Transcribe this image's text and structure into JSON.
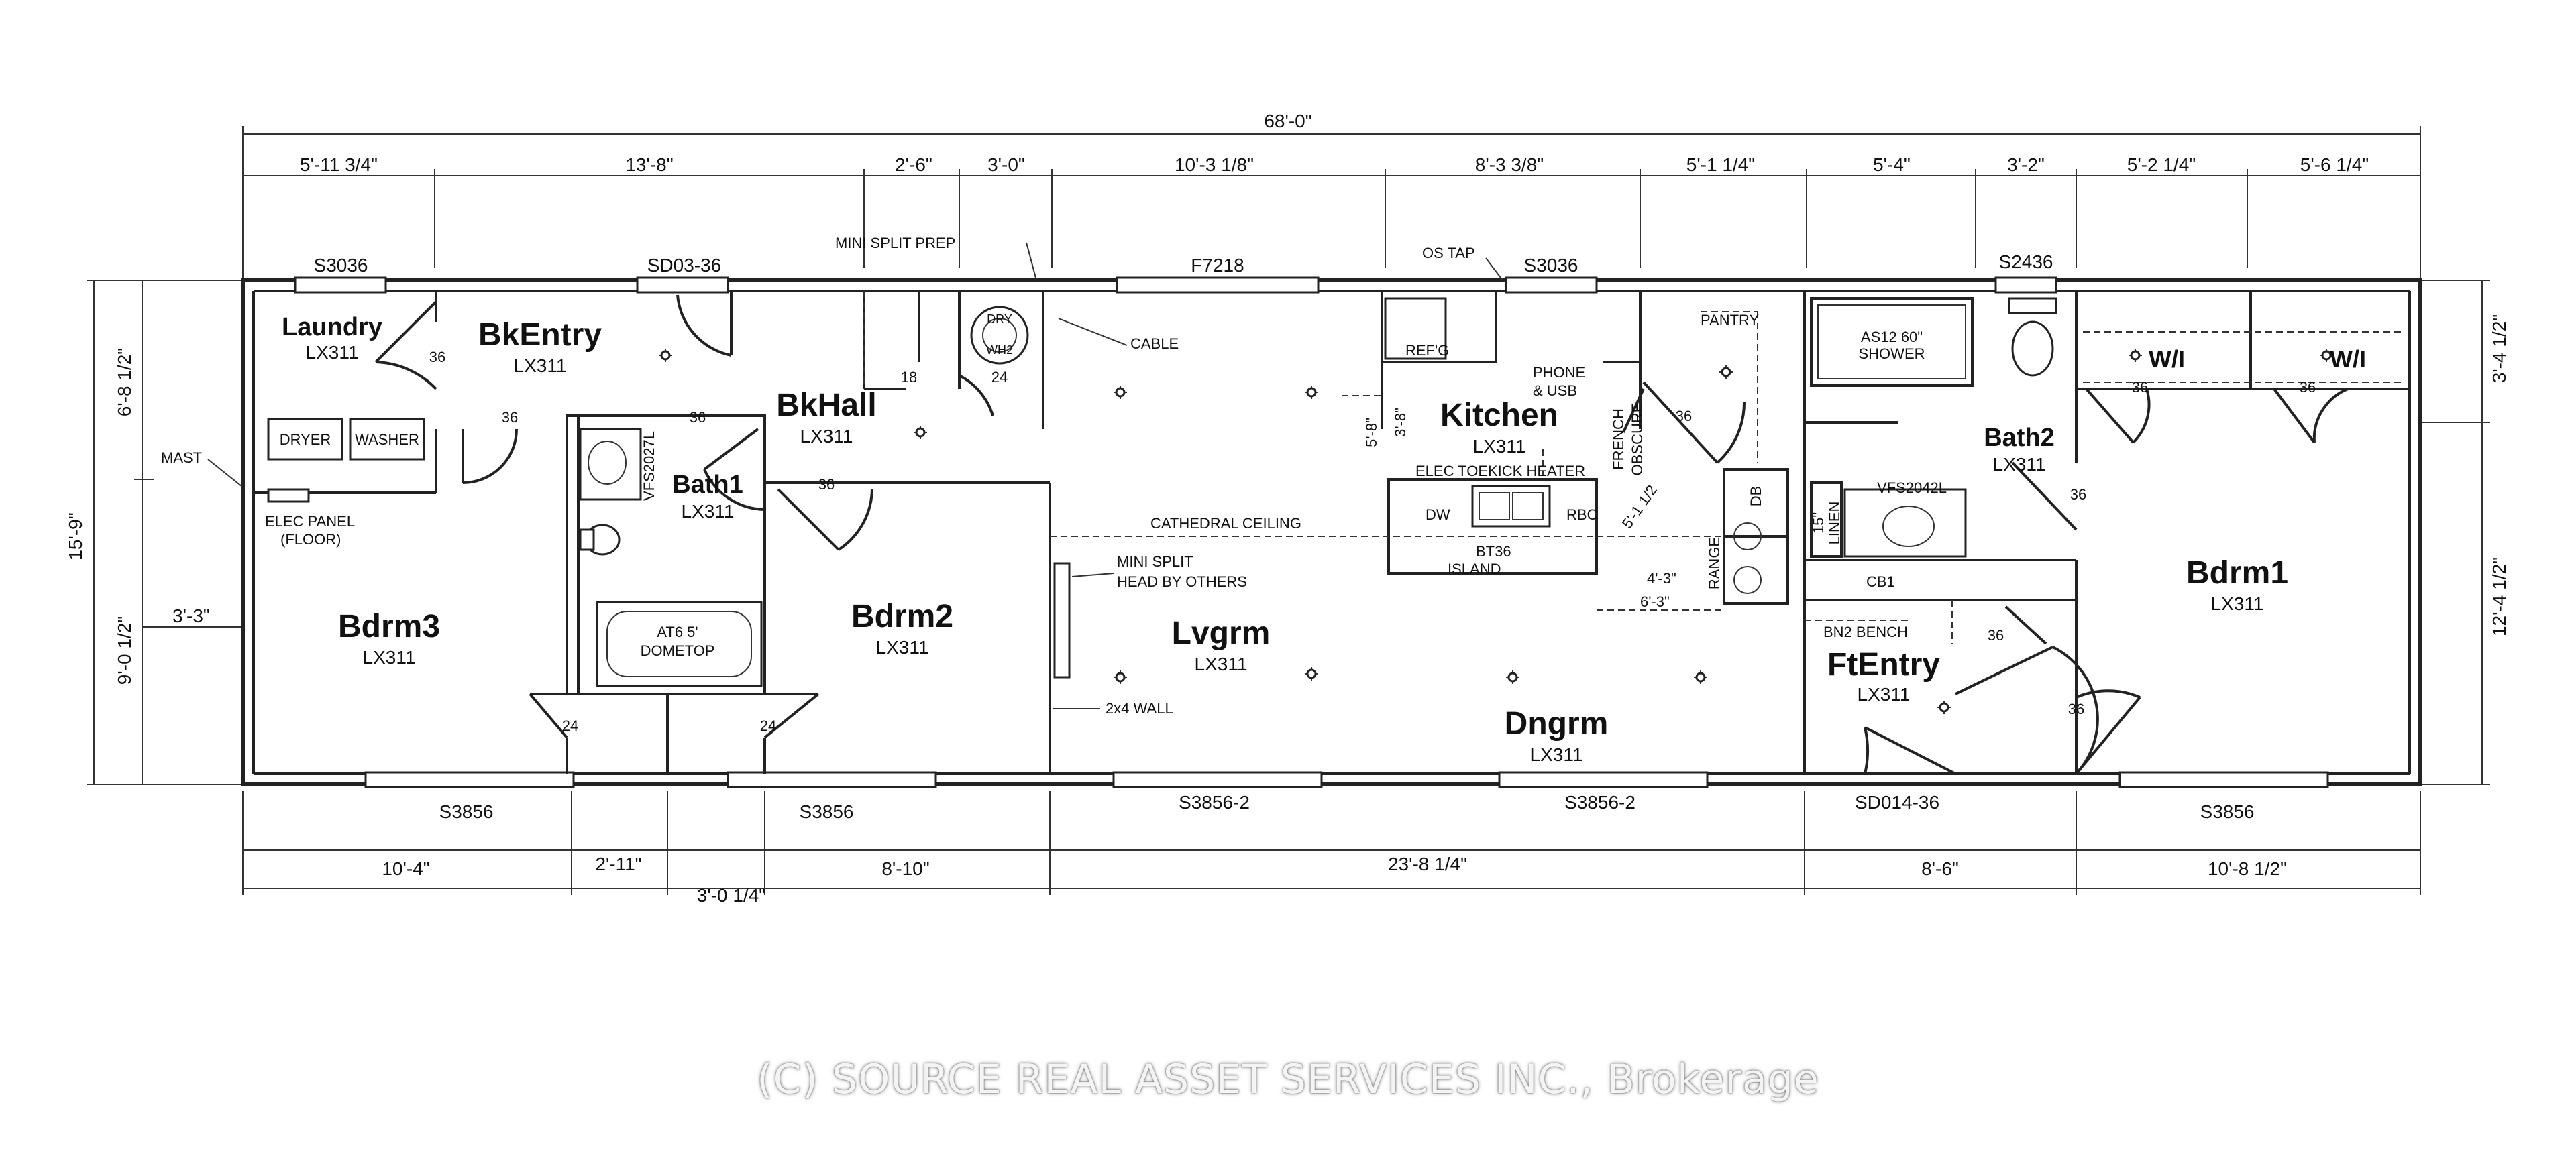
{
  "overall": {
    "length": "68'-0\"",
    "width": "15'-9\""
  },
  "dims_top": [
    "5'-11 3/4\"",
    "13'-8\"",
    "2'-6\"",
    "3'-0\"",
    "10'-3 1/8\"",
    "8'-3 3/8\"",
    "5'-1 1/4\"",
    "5'-4\"",
    "3'-2\"",
    "5'-2 1/4\"",
    "5'-6 1/4\""
  ],
  "dims_bottom": [
    "10'-4\"",
    "2'-11\"",
    "3'-0 1/4\"",
    "8'-10\"",
    "23'-8 1/4\"",
    "8'-6\"",
    "10'-8 1/2\""
  ],
  "dims_left": [
    "6'-8 1/2\"",
    "9'-0 1/2\"",
    "3'-3\""
  ],
  "dims_right": [
    "3'-4 1/2\"",
    "12'-4 1/2\""
  ],
  "windows_top": [
    "S3036",
    "SD03-36",
    "F7218",
    "S3036",
    "S2436"
  ],
  "windows_bottom": [
    "S3856",
    "S3856",
    "S3856-2",
    "S3856-2",
    "SD014-36",
    "S3856"
  ],
  "rooms": {
    "laundry": {
      "name": "Laundry",
      "code": "LX311"
    },
    "bkentry": {
      "name": "BkEntry",
      "code": "LX311"
    },
    "bkhall": {
      "name": "BkHall",
      "code": "LX311"
    },
    "bath1": {
      "name": "Bath1",
      "code": "LX311"
    },
    "bdrm3": {
      "name": "Bdrm3",
      "code": "LX311"
    },
    "bdrm2": {
      "name": "Bdrm2",
      "code": "LX311"
    },
    "lvgrm": {
      "name": "Lvgrm",
      "code": "LX311"
    },
    "kitchen": {
      "name": "Kitchen",
      "code": "LX311"
    },
    "dngrm": {
      "name": "Dngrm",
      "code": "LX311"
    },
    "bath2": {
      "name": "Bath2",
      "code": "LX311"
    },
    "ftentry": {
      "name": "FtEntry",
      "code": "LX311"
    },
    "bdrm1": {
      "name": "Bdrm1",
      "code": "LX311"
    },
    "wi1": {
      "name": "W/I"
    },
    "wi2": {
      "name": "W/I"
    }
  },
  "notes": {
    "mini_split_prep": "MINI SPLIT PREP",
    "os_tap": "OS TAP",
    "cable": "CABLE",
    "mast": "MAST",
    "elec_panel_1": "ELEC PANEL",
    "elec_panel_2": "(FLOOR)",
    "dryer": "DRYER",
    "washer": "WASHER",
    "dry": "DRY",
    "wh2": "WH2",
    "vfs2027l": "VFS2027L",
    "tub_1": "AT6 5'",
    "tub_2": "DOMETOP",
    "mini_split_head_1": "MINI SPLIT",
    "mini_split_head_2": "HEAD BY OTHERS",
    "wall_2x4": "2x4 WALL",
    "cathedral": "CATHEDRAL CEILING",
    "refg": "REF'G",
    "phone_1": "PHONE",
    "phone_2": "& USB",
    "pantry": "PANTRY",
    "french": "FRENCH",
    "obscure": "OBSCURE",
    "elec_toekick": "ELEC TOEKICK HEATER",
    "dw": "DW",
    "rbc": "RBC",
    "bt36": "BT36",
    "island": "ISLAND",
    "db": "DB",
    "range": "RANGE",
    "d_5_8_a": "5'-8\"",
    "d_3_8": "3'-8\"",
    "d_5_1_2": "5'-1 1/2",
    "d_4_3": "4'-3\"",
    "d_6_3": "6'-3\"",
    "shower_1": "AS12 60\"",
    "shower_2": "SHOWER",
    "vfs2042l": "VFS2042L",
    "linen_1": "15\"",
    "linen_2": "LINEN",
    "cb1": "CB1",
    "bn2_bench": "BN2 BENCH"
  },
  "door_widths": {
    "laundry": "36",
    "bkentry": "36",
    "bath1_top": "36",
    "bkhall_a": "18",
    "bkhall_b": "24",
    "bdrm2": "36",
    "bdrm3_closet": "24",
    "bdrm2_closet": "24",
    "pantry": "36",
    "wi1": "36",
    "wi2": "36",
    "bath2": "36",
    "ftentry_a": "36",
    "ftentry_b": "36"
  },
  "watermark": "(C) SOURCE REAL ASSET SERVICES INC., Brokerage"
}
